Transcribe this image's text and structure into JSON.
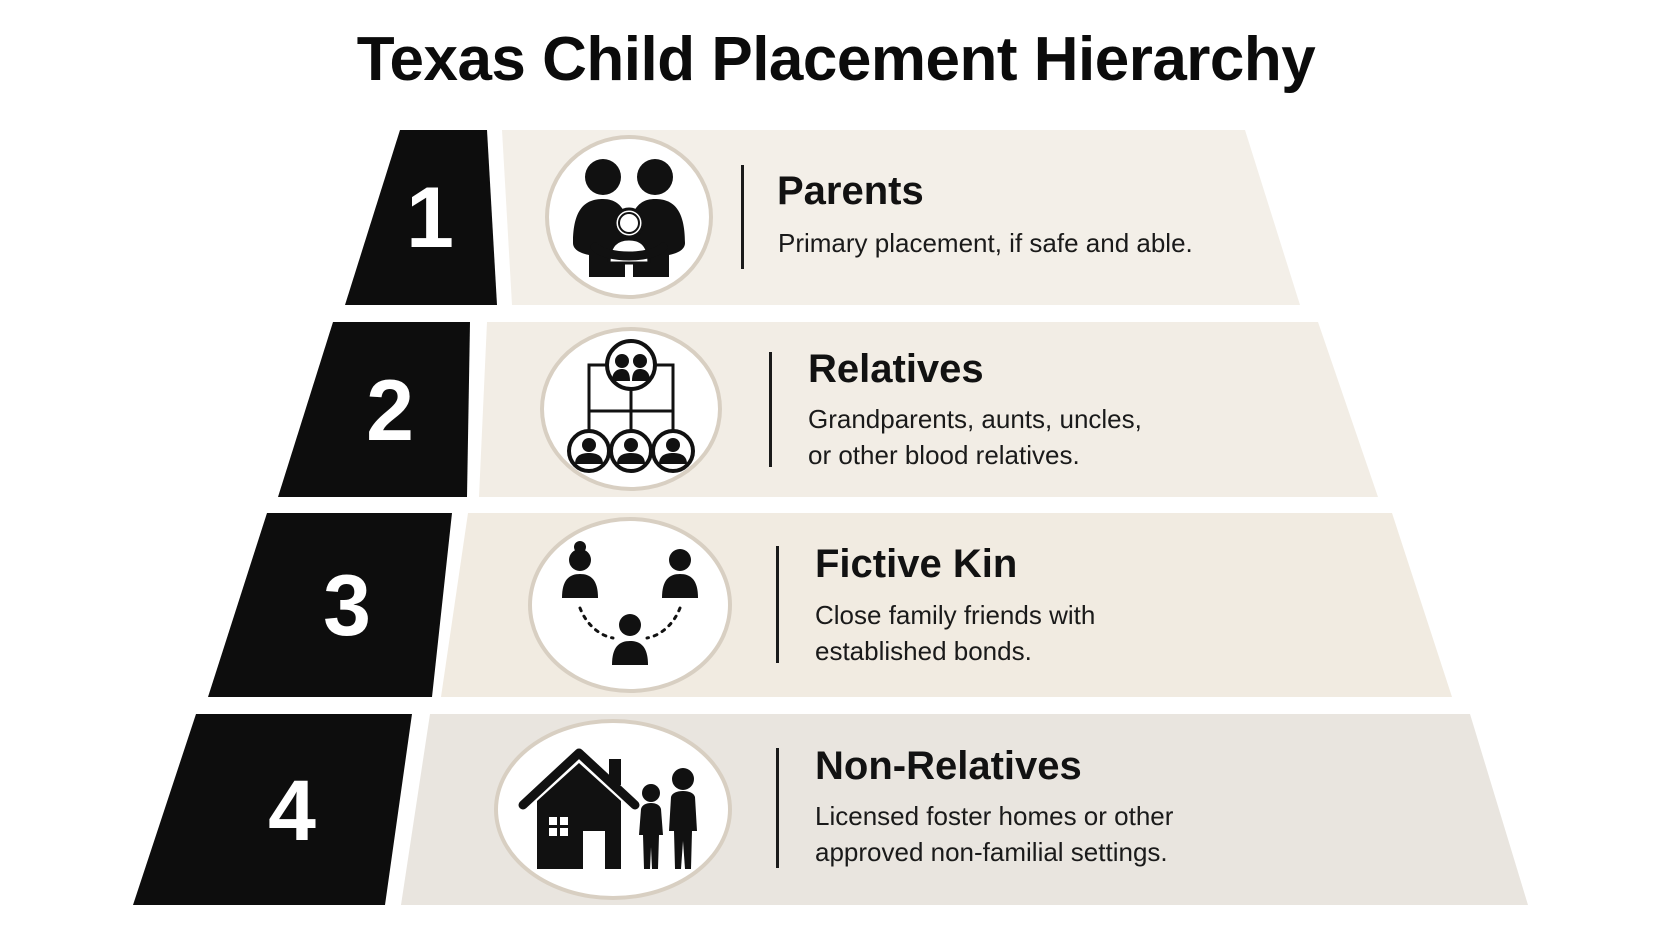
{
  "title": "Texas Child Placement Hierarchy",
  "colors": {
    "numeral_block": "#0d0d0d",
    "tier_fill_1": "#f3efe8",
    "tier_fill_2": "#f2ede5",
    "tier_fill_3": "#f1ebe1",
    "tier_fill_4": "#e9e5df",
    "icon_ring": "#d8cfc2"
  },
  "tiers": [
    {
      "number": "1",
      "title": "Parents",
      "desc": [
        "Primary placement, if safe and able."
      ],
      "icon": "parents-embracing-child-icon"
    },
    {
      "number": "2",
      "title": "Relatives",
      "desc": [
        "Grandparents, aunts, uncles,",
        "or other blood relatives."
      ],
      "icon": "family-tree-icon"
    },
    {
      "number": "3",
      "title": "Fictive Kin",
      "desc": [
        "Close family friends with",
        "established bonds."
      ],
      "icon": "connected-friends-icon"
    },
    {
      "number": "4",
      "title": "Non-Relatives",
      "desc": [
        "Licensed foster homes or other",
        "approved non-familial settings."
      ],
      "icon": "house-and-caregivers-icon"
    }
  ]
}
